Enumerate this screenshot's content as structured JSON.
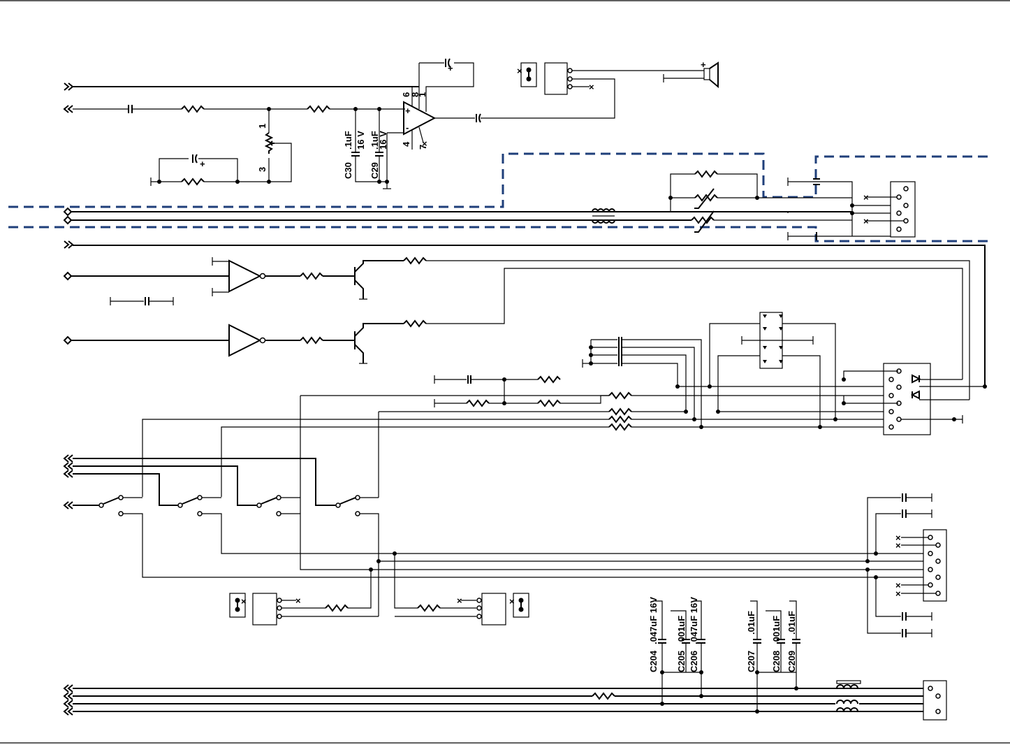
{
  "opamp": {
    "pin_6": "6",
    "pin_8": "8",
    "pin_1": "1",
    "pin_4": "4",
    "pin_7": "7",
    "plus": "+",
    "minus": "-"
  },
  "potentiometer": {
    "pin_1": "1",
    "pin_3": "3"
  },
  "capacitors": {
    "c30": {
      "ref": "C30",
      "value": ".1uF",
      "voltage": "16 V"
    },
    "c29": {
      "ref": "C29",
      "value": ".1uF",
      "voltage": "16 V"
    },
    "c204": {
      "ref": "C204",
      "value": ".047uF 16V"
    },
    "c205": {
      "ref": "C205",
      "value": ".001uF"
    },
    "c206": {
      "ref": "C206",
      "value": ".047uF 16V"
    },
    "c207": {
      "ref": "C207",
      "value": ".01uF"
    },
    "c208": {
      "ref": "C208",
      "value": ".001uF"
    },
    "c209": {
      "ref": "C209",
      "value": ".01uF"
    }
  },
  "marks": {
    "no_connect": "×",
    "polarity_plus": "+"
  },
  "colors": {
    "wire": "#000000",
    "shield_dash": "#1f3f7a",
    "background": "#ffffff"
  }
}
